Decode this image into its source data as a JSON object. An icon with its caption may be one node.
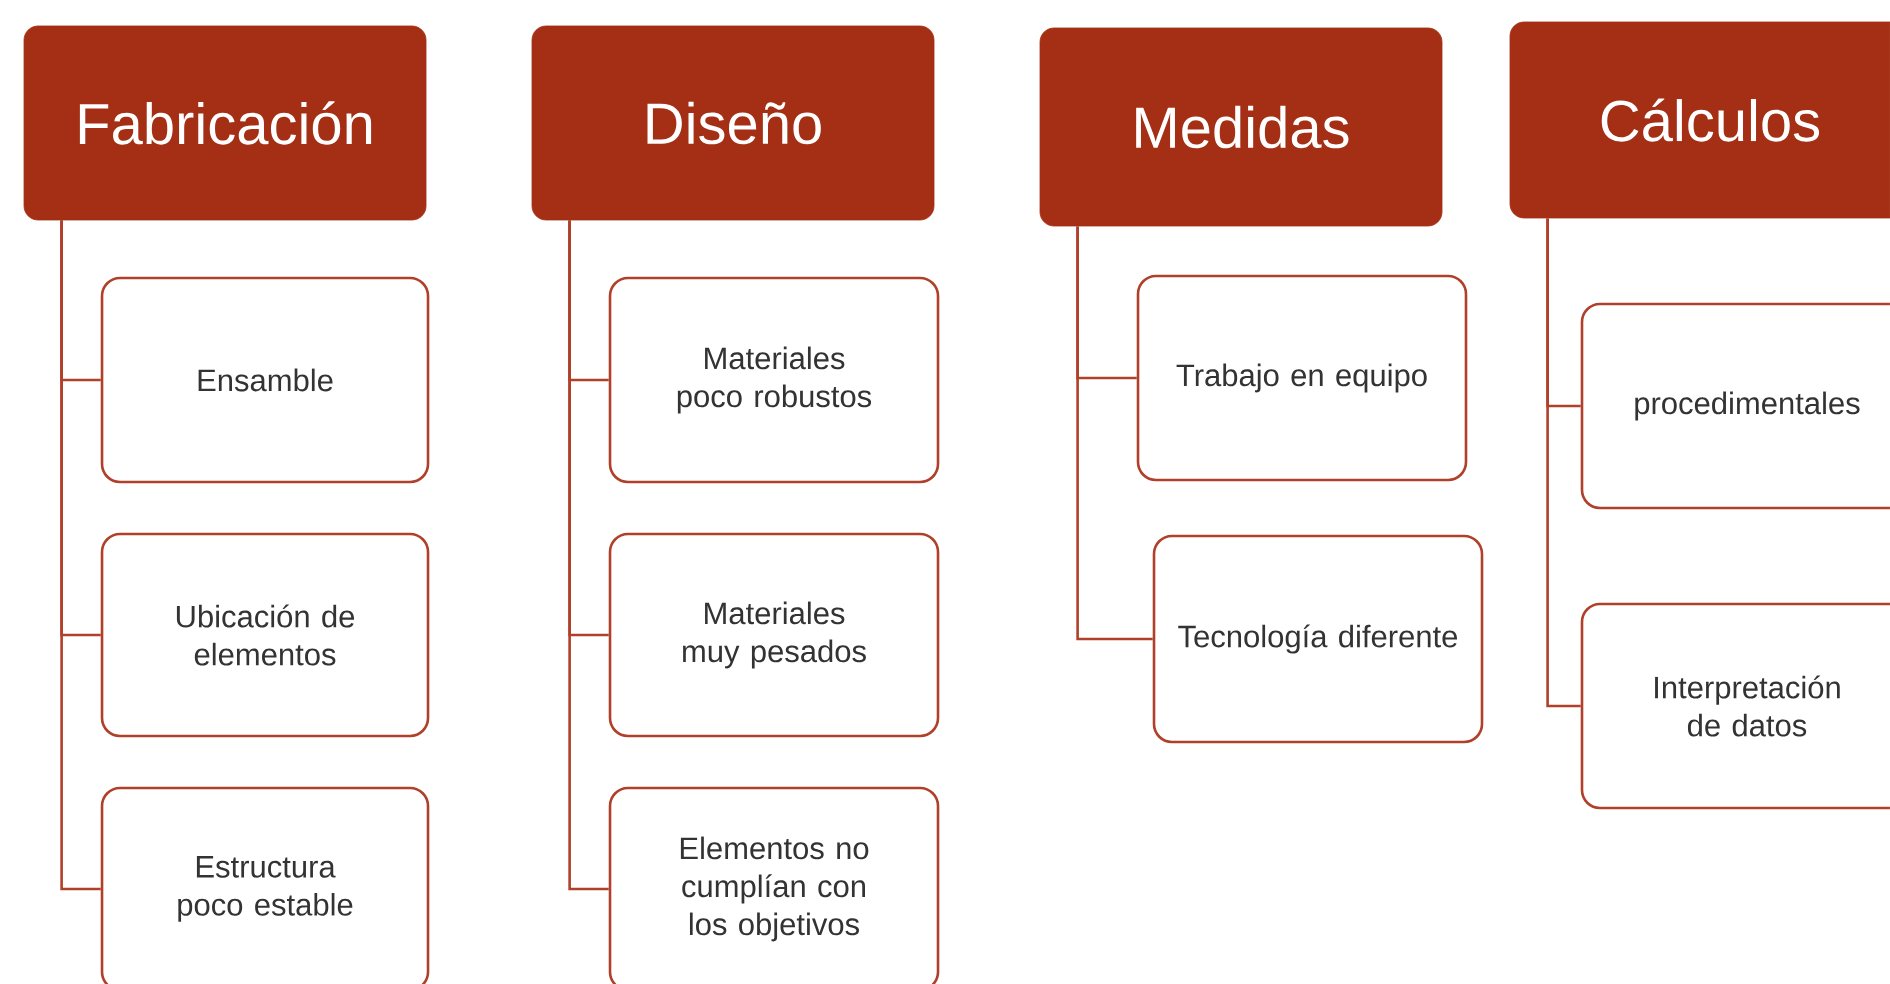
{
  "diagram": {
    "nodes": [
      {
        "text": [
          "Fabricación"
        ]
      },
      {
        "text": [
          "Ensamble"
        ]
      },
      {
        "text": [
          "Ubicación de elementos"
        ]
      },
      {
        "text": [
          "Estructura poco estable"
        ]
      },
      {
        "text": [
          "Diseño"
        ]
      },
      {
        "text": [
          "Materiales poco robustos"
        ]
      },
      {
        "text": [
          "Materiales muy pesados"
        ]
      },
      {
        "text": [
          "Elementos no cumplían con los objetivos"
        ]
      },
      {
        "text": [
          "Medidas"
        ]
      },
      {
        "text": [
          "Trabajo en equipo"
        ]
      },
      {
        "text": [
          "Tecnología diferente"
        ]
      },
      {
        "text": [
          "Cálculos"
        ]
      },
      {
        "text": [
          "procedimentales"
        ]
      },
      {
        "text": [
          "Interpretación de datos"
        ]
      }
    ],
    "edges": [
      {
        "from": 0,
        "to": 1,
        "arrow": "none"
      },
      {
        "from": 0,
        "to": 2,
        "arrow": "none"
      },
      {
        "from": 0,
        "to": 3,
        "arrow": "none"
      },
      {
        "from": 4,
        "to": 5,
        "arrow": "none"
      },
      {
        "from": 4,
        "to": 6,
        "arrow": "none"
      },
      {
        "from": 4,
        "to": 7,
        "arrow": "none"
      },
      {
        "from": 8,
        "to": 9,
        "arrow": "none"
      },
      {
        "from": 8,
        "to": 10,
        "arrow": "none"
      },
      {
        "from": 11,
        "to": 12,
        "arrow": "none"
      },
      {
        "from": 11,
        "to": 13,
        "arrow": "none"
      }
    ]
  }
}
